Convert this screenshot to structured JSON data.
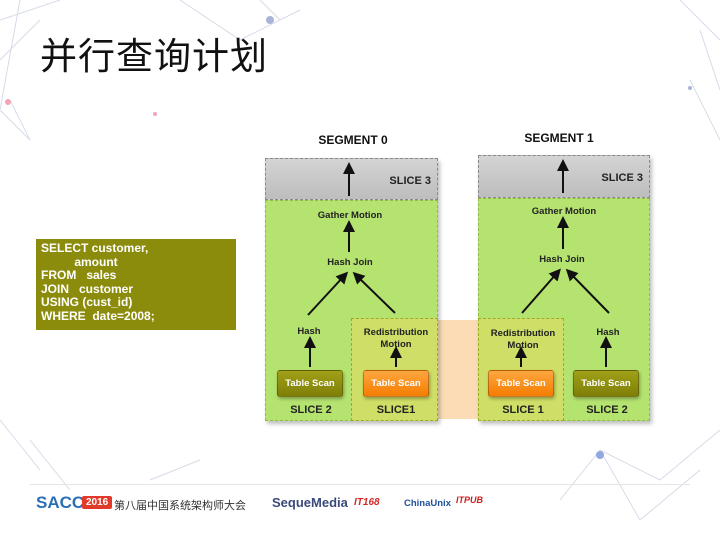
{
  "title": "并行查询计划",
  "sql": "SELECT customer,\n          amount\nFROM   sales\nJOIN   customer\nUSING (cust_id)\nWHERE  date=2008;",
  "segments": [
    {
      "title": "SEGMENT 0",
      "slice3": "SLICE 3",
      "gather": "Gather Motion",
      "hashjoin": "Hash Join",
      "left_node": "Hash",
      "right_node": "Redistribution Motion",
      "left_scan": "Table Scan",
      "right_scan": "Table Scan",
      "left_slice": "SLICE 2",
      "right_slice": "SLICE1"
    },
    {
      "title": "SEGMENT 1",
      "slice3": "SLICE 3",
      "gather": "Gather Motion",
      "hashjoin": "Hash Join",
      "left_node": "Redistribution Motion",
      "right_node": "Hash",
      "left_scan": "Table Scan",
      "right_scan": "Table Scan",
      "left_slice": "SLICE 1",
      "right_slice": "SLICE 2"
    }
  ],
  "footer": {
    "sacc": "SACC",
    "year": "2016",
    "conference": "第八届中国系统架构师大会",
    "sponsors": [
      "SequeMedia",
      "IT168",
      "ChinaUnix",
      "ITPUB"
    ]
  },
  "colors": {
    "green": "#b5e36f",
    "olive_box": "#8c8c0c",
    "orange": "#f47d00",
    "gray": "#c8c8c8"
  }
}
